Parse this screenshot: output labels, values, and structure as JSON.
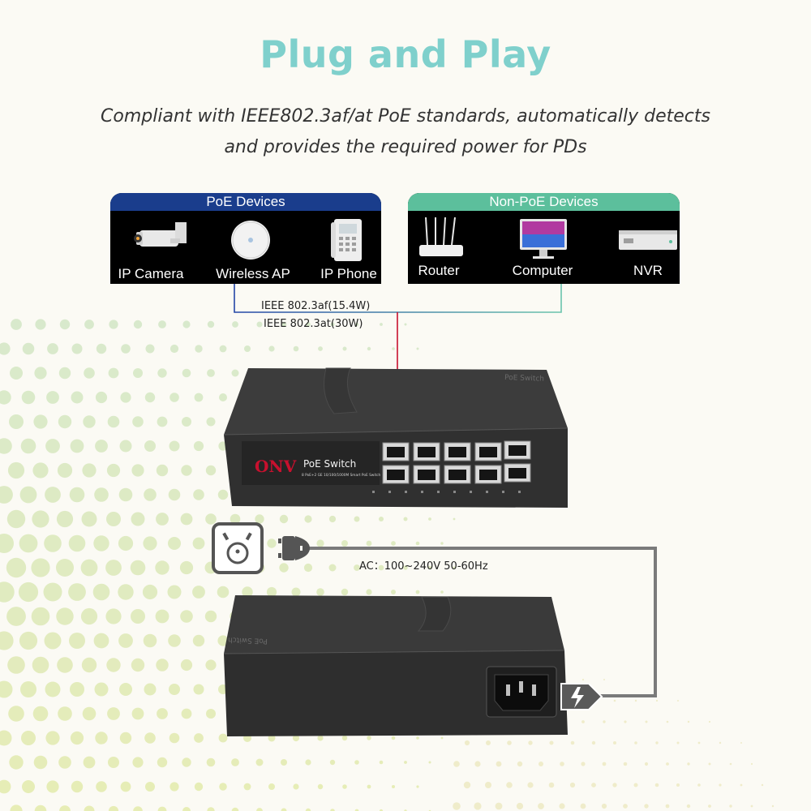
{
  "title": "Plug and Play",
  "subtitle_line1": "Compliant with IEEE802.3af/at PoE standards, automatically detects",
  "subtitle_line2": "and provides the required power for PDs",
  "poe_panel": {
    "heading": "PoE Devices",
    "devices": [
      "IP Camera",
      "Wireless AP",
      "IP Phone"
    ]
  },
  "nonpoe_panel": {
    "heading": "Non-PoE Devices",
    "devices": [
      "Router",
      "Computer",
      "NVR"
    ]
  },
  "standards": [
    "IEEE 802.3af(15.4W)",
    "IEEE 802.3at(30W)"
  ],
  "switch": {
    "brand": "ONV",
    "model": "PoE Switch",
    "spec_line": "8 PoE+2 GE 10/100/1000M Smart PoE Switch",
    "top_label": "PoE Switch"
  },
  "power": {
    "label": "AC：100~240V 50-60Hz"
  },
  "colors": {
    "poe_head": "#1a3d8c",
    "nonpoe_head": "#5cbf9c",
    "poe_line": "#2346a6",
    "nonpoe_line": "#6ac4ad",
    "red_line": "#c8102e"
  }
}
